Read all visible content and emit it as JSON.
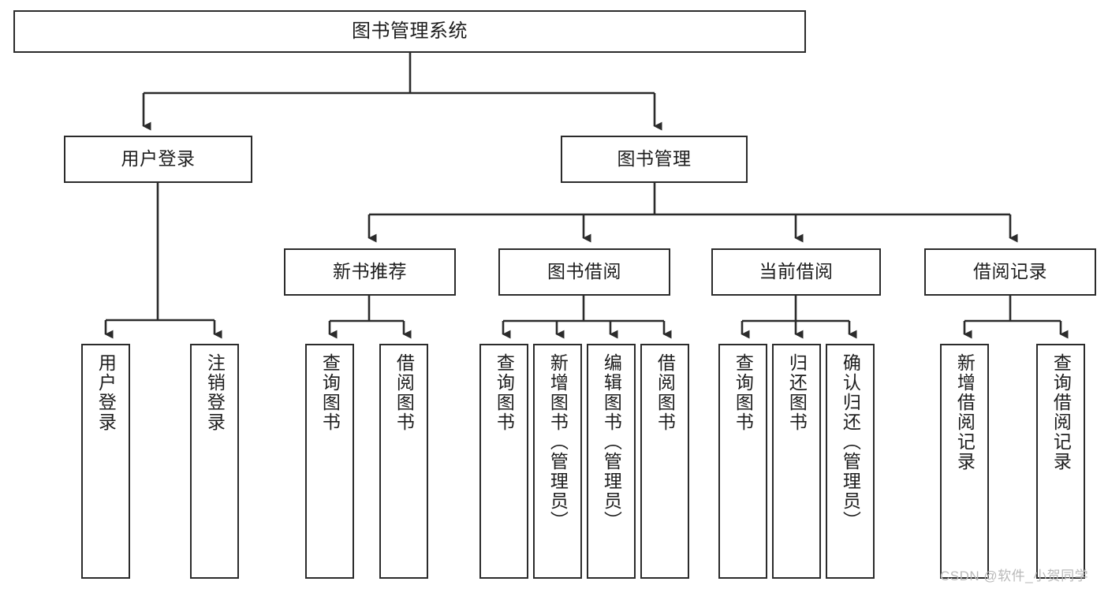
{
  "diagram": {
    "title": "图书管理系统",
    "type": "tree-hierarchy-chart",
    "orientation": "top-down",
    "colors": {
      "box_border": "#2b2b2b",
      "box_fill": "#ffffff",
      "connector": "#2b2b2b",
      "text": "#1d1d1d",
      "watermark": "#b9b9b9"
    }
  },
  "nodes": {
    "root": {
      "label": "图书管理系统"
    },
    "level2": [
      {
        "label": "用户登录"
      },
      {
        "label": "图书管理"
      }
    ],
    "level3": [
      {
        "label": "新书推荐"
      },
      {
        "label": "图书借阅"
      },
      {
        "label": "当前借阅"
      },
      {
        "label": "借阅记录"
      }
    ],
    "leaves_user_login": [
      {
        "label": "用户登录"
      },
      {
        "label": "注销登录"
      }
    ],
    "leaves_new_book": [
      {
        "label": "查询图书"
      },
      {
        "label": "借阅图书"
      }
    ],
    "leaves_borrow": [
      {
        "label": "查询图书"
      },
      {
        "label": "新增图书（管理员）"
      },
      {
        "label": "编辑图书（管理员）"
      },
      {
        "label": "借阅图书"
      }
    ],
    "leaves_current": [
      {
        "label": "查询图书"
      },
      {
        "label": "归还图书"
      },
      {
        "label": "确认归还（管理员）"
      }
    ],
    "leaves_record": [
      {
        "label": "新增借阅记录"
      },
      {
        "label": "查询借阅记录"
      }
    ]
  },
  "watermark": {
    "text": "CSDN @软件_小贺同学"
  }
}
